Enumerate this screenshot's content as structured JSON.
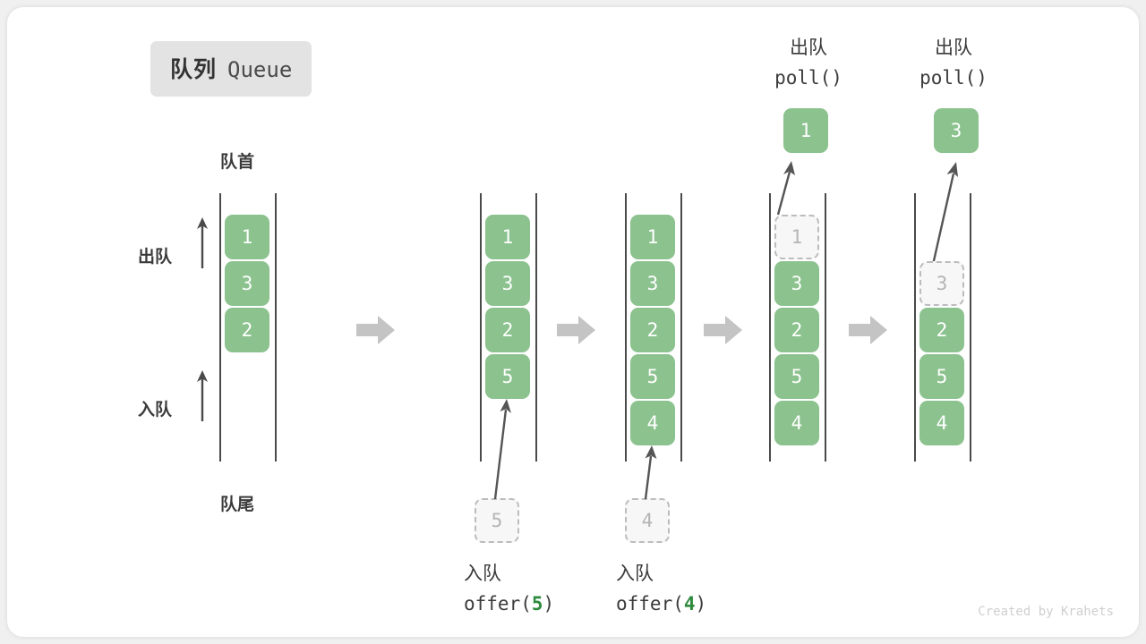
{
  "title": {
    "cn": "队列",
    "en": "Queue"
  },
  "labels": {
    "head": "队首",
    "tail": "队尾",
    "dequeue": "出队",
    "enqueue": "入队"
  },
  "credit": "Created by Krahets",
  "colors": {
    "card": "#8bc28e",
    "card_text": "#ffffff",
    "ghost_fill": "#f7f7f7",
    "ghost_border": "#bcbcbc",
    "ghost_text": "#b4b4b4",
    "rail": "#4a4a4a",
    "block_arrow": "#c4c4c4",
    "accent_arg": "#2e8b3d",
    "badge_bg": "#e3e3e3"
  },
  "columns": [
    {
      "id": "initial",
      "items": [
        "1",
        "3",
        "2"
      ],
      "side_labels": {
        "dequeue": "出队",
        "enqueue": "入队"
      },
      "top_label": "队首",
      "bottom_label": "队尾"
    },
    {
      "id": "after-offer-5",
      "items": [
        "1",
        "3",
        "2",
        "5"
      ],
      "incoming": "5",
      "op_cn": "入队",
      "op_code_pre": "offer(",
      "op_code_arg": "5",
      "op_code_post": ")"
    },
    {
      "id": "after-offer-4",
      "items": [
        "1",
        "3",
        "2",
        "5",
        "4"
      ],
      "incoming": "4",
      "op_cn": "入队",
      "op_code_pre": "offer(",
      "op_code_arg": "4",
      "op_code_post": ")"
    },
    {
      "id": "poll-1",
      "items": [
        "1",
        "3",
        "2",
        "5",
        "4"
      ],
      "removed": "1",
      "popped": "1",
      "op_cn": "出队",
      "op_code_pre": "poll(",
      "op_code_arg": "",
      "op_code_post": ")"
    },
    {
      "id": "poll-3",
      "items": [
        "3",
        "2",
        "5",
        "4"
      ],
      "removed": "3",
      "popped": "3",
      "op_cn": "出队",
      "op_code_pre": "poll(",
      "op_code_arg": "",
      "op_code_post": ")"
    }
  ],
  "step_arrows": [
    "step-arrow-1",
    "step-arrow-2",
    "step-arrow-3",
    "step-arrow-4"
  ]
}
